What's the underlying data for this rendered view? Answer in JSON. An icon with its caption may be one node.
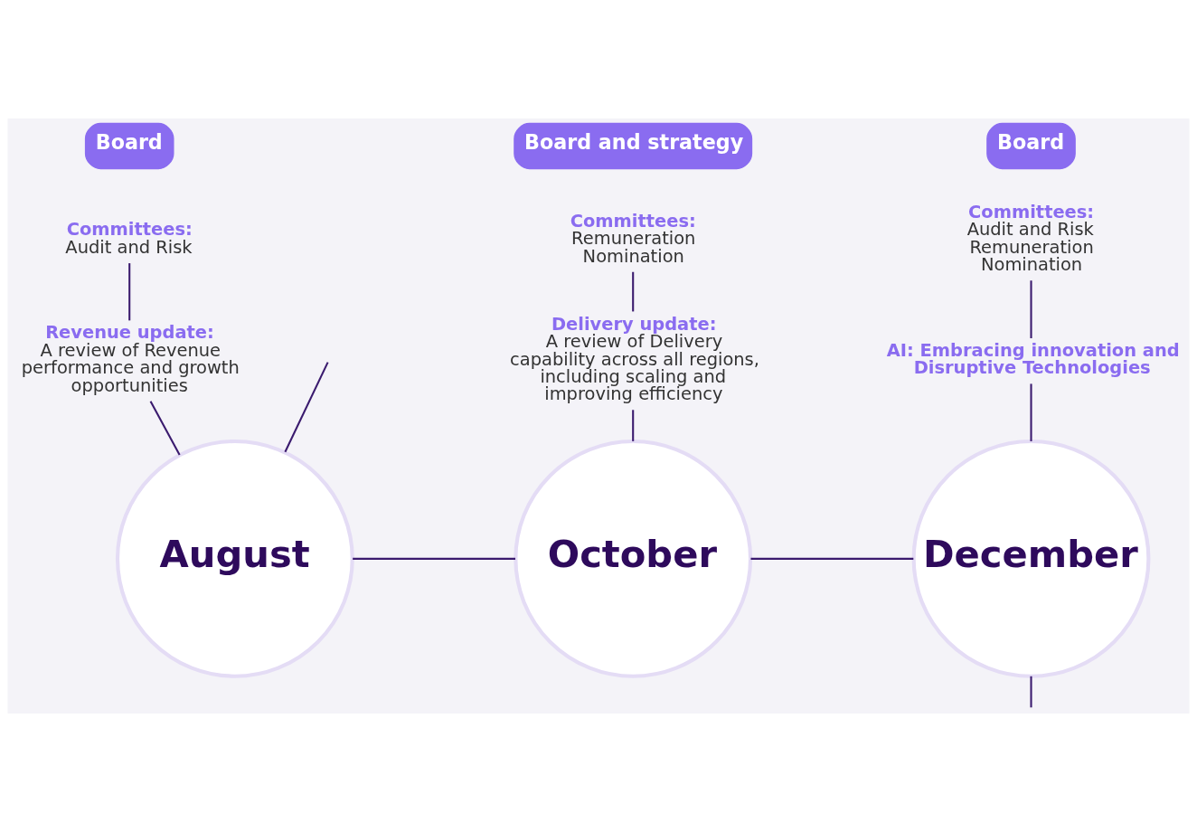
{
  "diagram": {
    "nodes": [
      {
        "text": [
          "Board"
        ]
      },
      {
        "text": [
          "Committees:",
          "Audit and Risk"
        ]
      },
      {
        "text": [
          "Revenue update:",
          "A review of Revenue performance and growth opportunities"
        ]
      },
      {
        "text": [
          "August"
        ]
      },
      {
        "text": [
          "Board and strategy"
        ]
      },
      {
        "text": [
          "Committees:",
          "Remuneration",
          "Nomination"
        ]
      },
      {
        "text": [
          "Delivery update:",
          "A review of Delivery capability across all regions, including scaling and improving efficiency"
        ]
      },
      {
        "text": [
          "October"
        ]
      },
      {
        "text": [
          "Board"
        ]
      },
      {
        "text": [
          "Committees:",
          "Audit and Risk",
          "Remuneration",
          "Nomination"
        ]
      },
      {
        "text": [
          "AI: Embracing innovation and Disruptive Technologies"
        ]
      },
      {
        "text": [
          "December"
        ]
      }
    ],
    "edges": [
      {
        "from": 1,
        "to": 2,
        "arrow": "none"
      },
      {
        "from": 2,
        "to": 3,
        "arrow": "none"
      },
      {
        "from": 5,
        "to": 6,
        "arrow": "none"
      },
      {
        "from": 6,
        "to": 7,
        "arrow": "none"
      },
      {
        "from": 9,
        "to": 10,
        "arrow": "none"
      },
      {
        "from": 10,
        "to": 11,
        "arrow": "none"
      },
      {
        "from": null,
        "to": 3,
        "arrow": "none"
      },
      {
        "from": 3,
        "to": 7,
        "arrow": "none"
      },
      {
        "from": 7,
        "to": 11,
        "arrow": "none"
      },
      {
        "from": 11,
        "to": null,
        "arrow": "none"
      }
    ]
  }
}
